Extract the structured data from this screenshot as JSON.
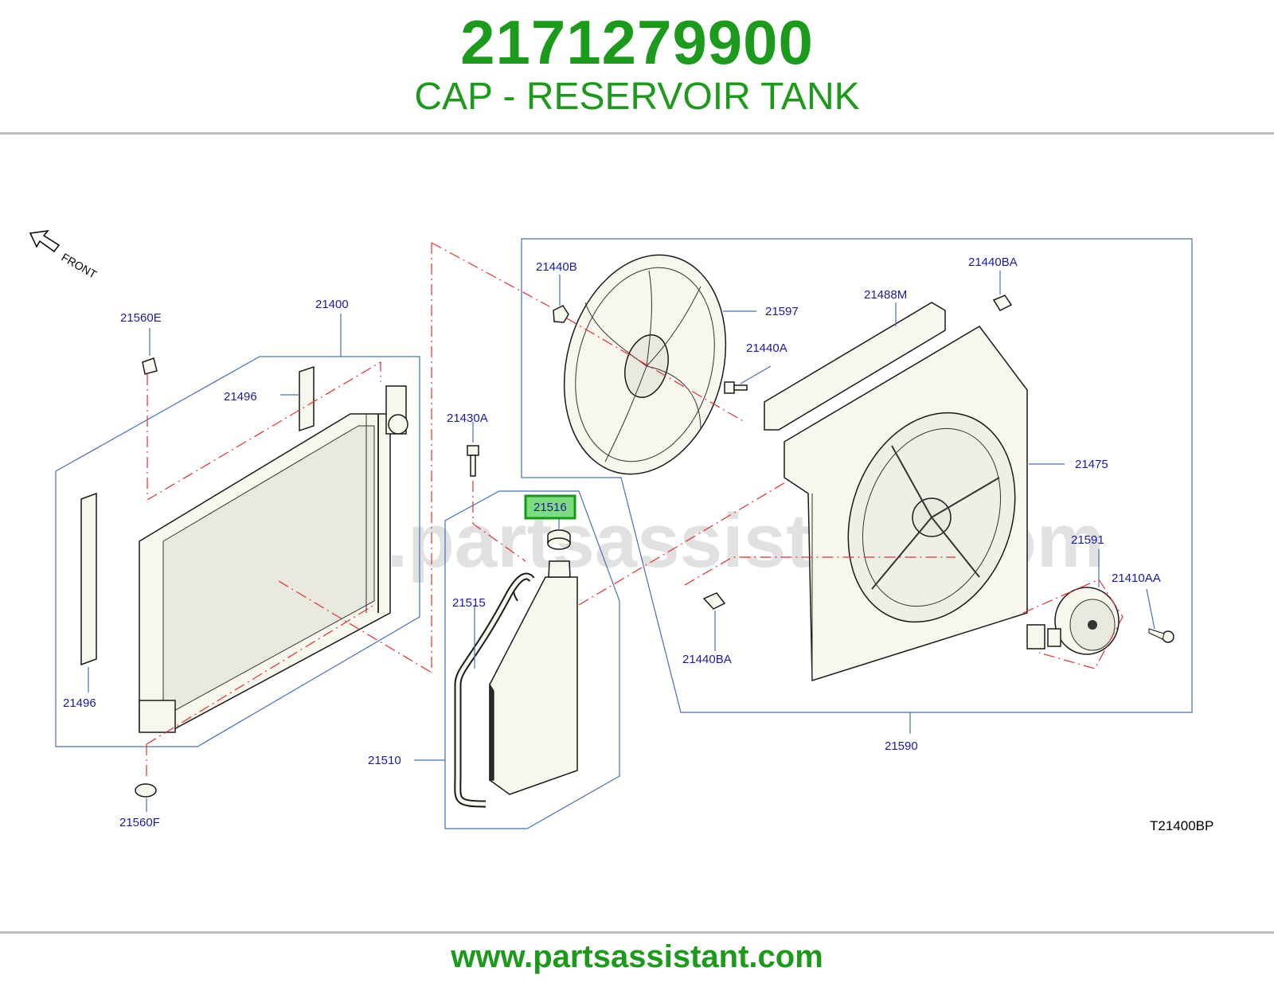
{
  "header": {
    "part_number": "2171279900",
    "part_name": "CAP - RESERVOIR TANK"
  },
  "footer": {
    "url": "www.partsassistant.com"
  },
  "diagram": {
    "watermark": "www.partsassistant.com",
    "front_label": "FRONT",
    "reference_code": "T21400BP",
    "highlighted_part": "21516",
    "callouts": {
      "c21560E": "21560E",
      "c21400": "21400",
      "c21496_top": "21496",
      "c21496_bottom": "21496",
      "c21560F": "21560F",
      "c21430A": "21430A",
      "c21516": "21516",
      "c21515": "21515",
      "c21510": "21510",
      "c21440B": "21440B",
      "c21597": "21597",
      "c21440A": "21440A",
      "c21488M": "21488M",
      "c21440BA_top": "21440BA",
      "c21440BA_bottom": "21440BA",
      "c21475": "21475",
      "c21591": "21591",
      "c21410AA": "21410AA",
      "c21590": "21590"
    },
    "colors": {
      "title_green": "#1b9a1b",
      "callout_blue": "#1a1aa0",
      "group_line": "#4a6fb5",
      "dash_red": "#e03030",
      "highlight_fill": "#7ddc7d"
    }
  }
}
